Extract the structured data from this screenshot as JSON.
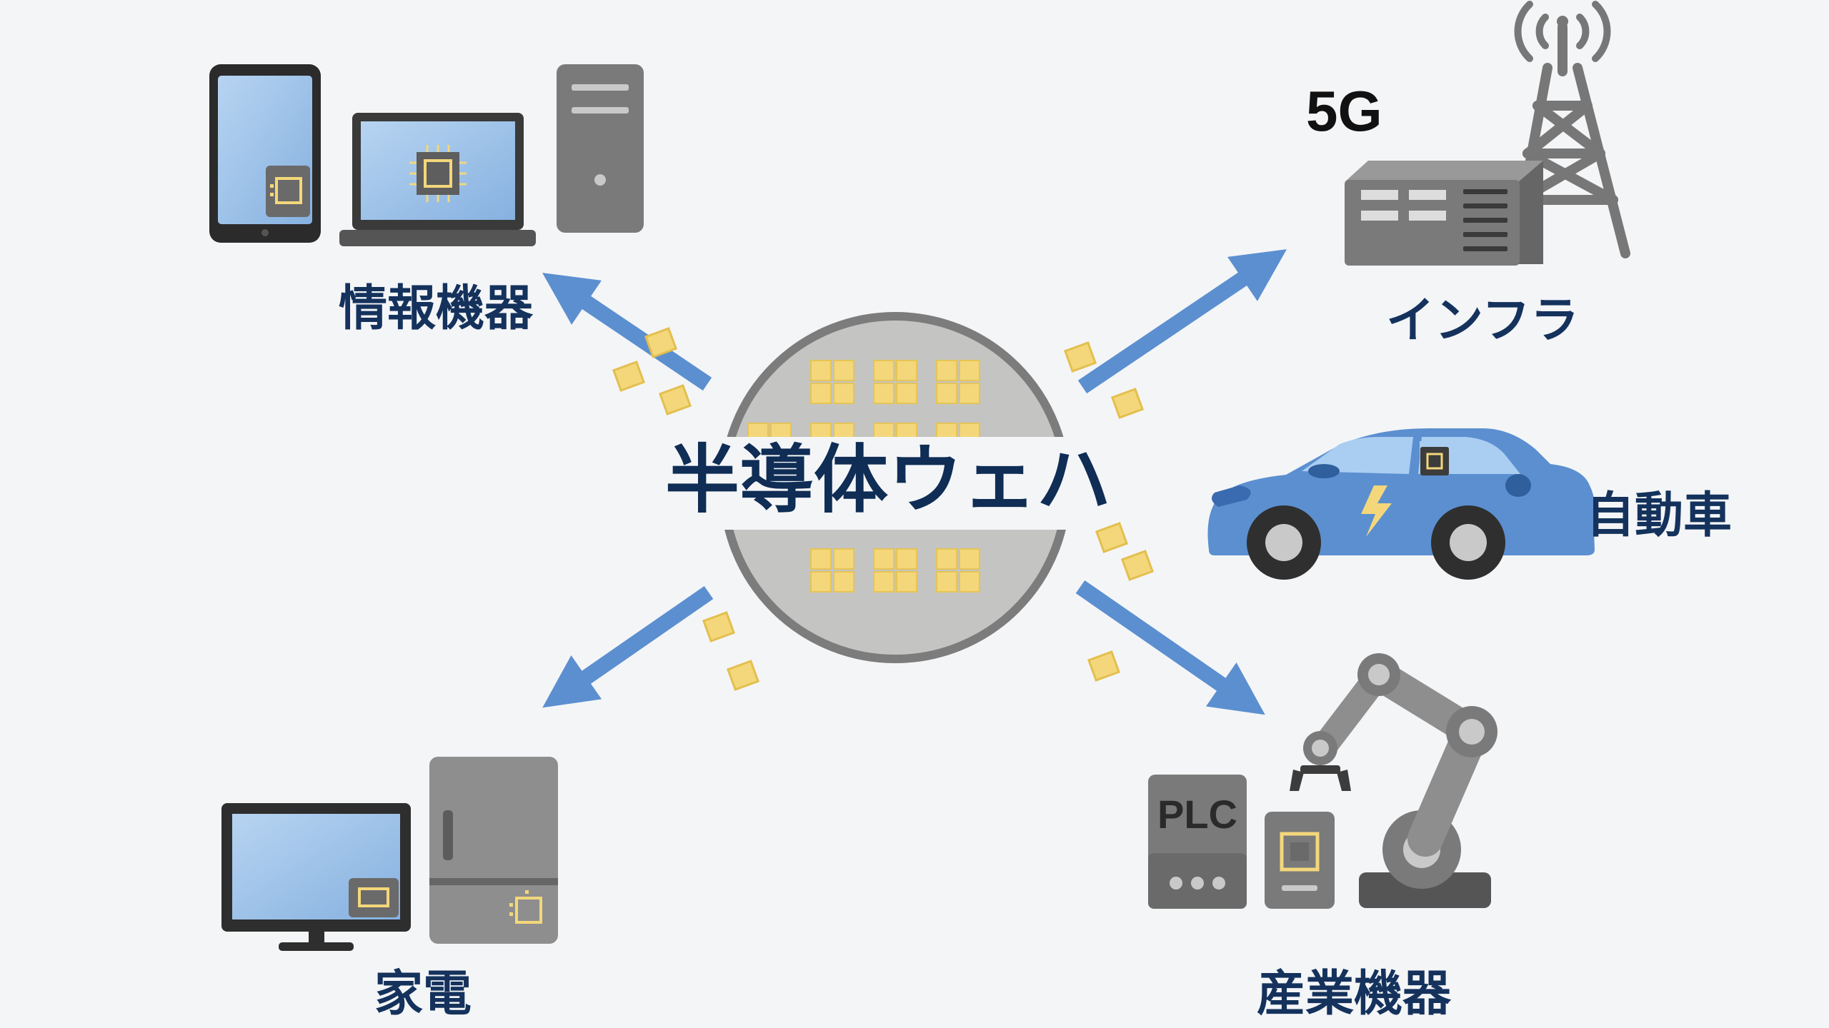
{
  "diagram": {
    "center_label": "半導体ウェハ",
    "categories": [
      {
        "id": "info",
        "label": "情報機器"
      },
      {
        "id": "infra",
        "label": "インフラ"
      },
      {
        "id": "auto",
        "label": "自動車"
      },
      {
        "id": "home",
        "label": "家電"
      },
      {
        "id": "industrial",
        "label": "産業機器"
      }
    ],
    "device_text": {
      "fiveg": "5G",
      "plc": "PLC"
    },
    "icons": [
      "tablet-icon",
      "laptop-icon",
      "desktop-tower-icon",
      "base-station-icon",
      "antenna-tower-icon",
      "electric-car-icon",
      "monitor-icon",
      "refrigerator-icon",
      "plc-controller-icon",
      "robot-arm-icon",
      "chip-icon"
    ],
    "colors": {
      "arrow": "#5b8fd0",
      "chip": "#f3d77a",
      "wafer": "#c4c4c2",
      "label": "#14325c",
      "device_gray": "#7a7a7a",
      "screen_blue": "#9ec3ea",
      "car_blue": "#5b8fd0"
    }
  }
}
